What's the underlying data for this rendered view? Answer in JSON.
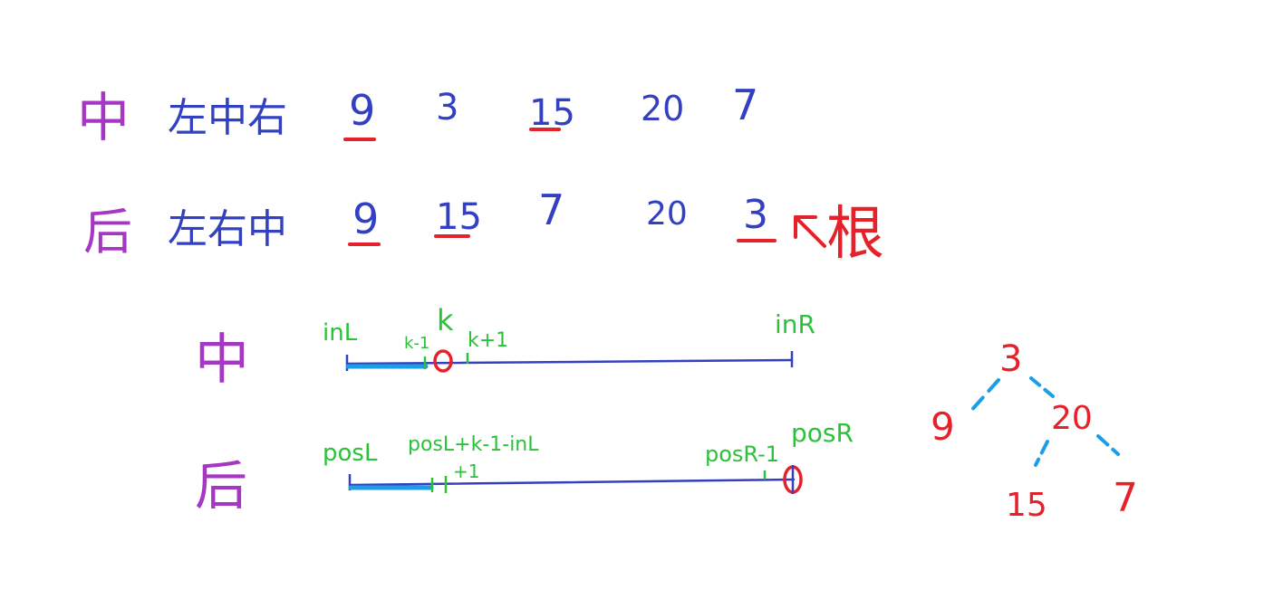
{
  "colors": {
    "label_purple": "#a637c4",
    "sequence_blue": "#3340c2",
    "highlight_red": "#e5222a",
    "index_green": "#2bc23a",
    "segment_cyan": "#1c9ee6",
    "line_navy": "#3540c0"
  },
  "traversals": {
    "inorder": {
      "label": "中",
      "order": "左中右",
      "values": [
        "9",
        "3",
        "15",
        "20",
        "7"
      ]
    },
    "postorder": {
      "label": "后",
      "order": "左右中",
      "values": [
        "9",
        "15",
        "7",
        "20",
        "3"
      ],
      "root_note": "根"
    }
  },
  "ranges": {
    "inorder": {
      "label": "中",
      "start": "inL",
      "before_k": "k-1",
      "k": "k",
      "after_k": "k+1",
      "end": "inR"
    },
    "postorder": {
      "label": "后",
      "start": "posL",
      "split": "posL+k-1-inL",
      "split_plus": "+1",
      "before_end": "posR-1",
      "end": "posR"
    }
  },
  "tree": {
    "root": "3",
    "left": "9",
    "right": "20",
    "right_left": "15",
    "right_right": "7"
  }
}
